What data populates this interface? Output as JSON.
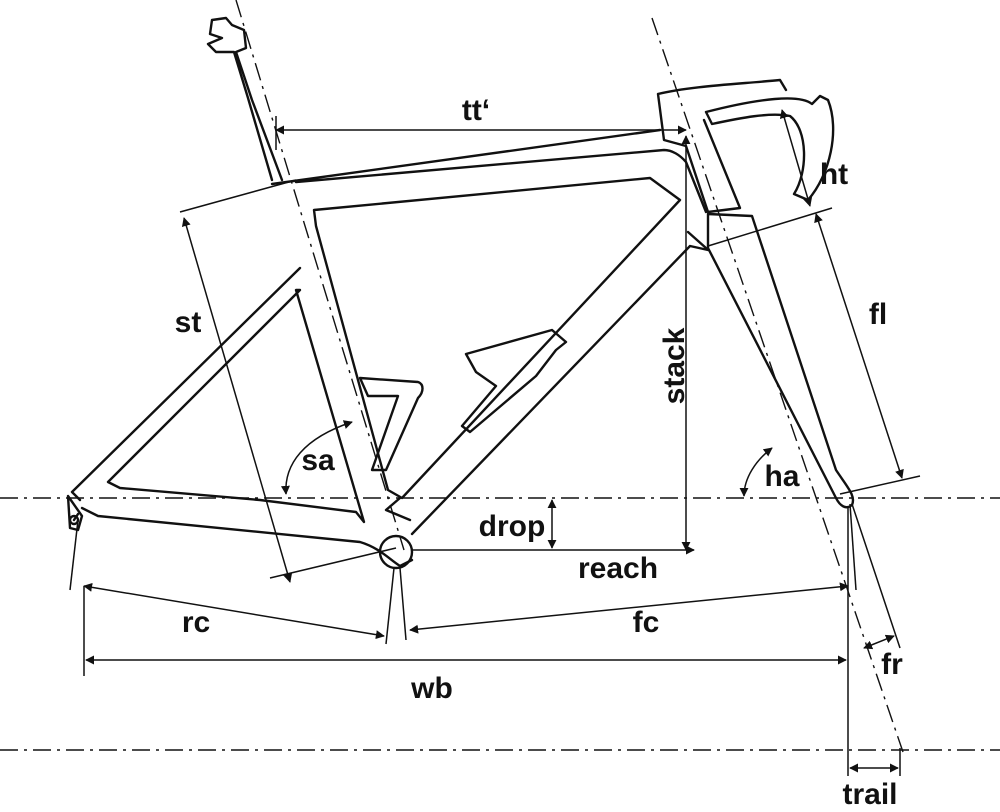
{
  "diagram": {
    "line_color": "#111111",
    "background": "#ffffff",
    "labels": {
      "tt": "tt‘",
      "ht": "ht",
      "st": "st",
      "fl": "fl",
      "stack": "stack",
      "sa": "sa",
      "ha": "ha",
      "drop": "drop",
      "reach": "reach",
      "rc": "rc",
      "fc": "fc",
      "fr": "fr",
      "wb": "wb",
      "trail": "trail"
    }
  }
}
